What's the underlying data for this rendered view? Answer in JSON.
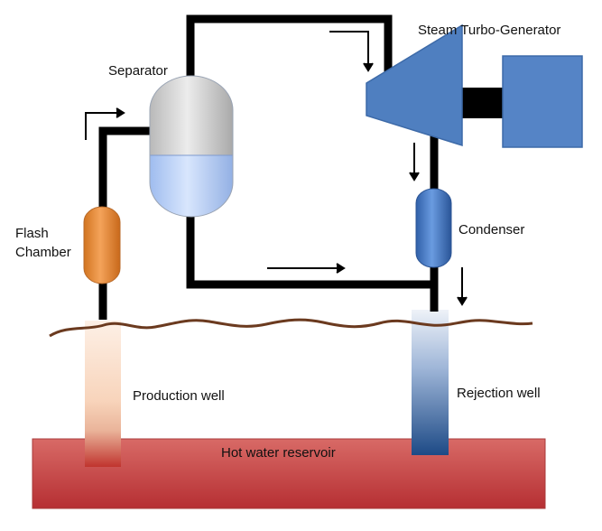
{
  "labels": {
    "steam_turbo_generator": "Steam Turbo-Generator",
    "separator": "Separator",
    "flash_chamber": "Flash\nChamber",
    "condenser": "Condenser",
    "production_well": "Production well",
    "rejection_well": "Rejection well",
    "hot_water_reservoir": "Hot water reservoir"
  },
  "colors": {
    "pipe": "#000000",
    "reservoir_top": "#d4605e",
    "reservoir_bottom": "#b83234",
    "ground_line": "#6b3a1f",
    "turbine": "#4f7fc0",
    "generator": "#4f7fc0",
    "flash_chamber": "#e58a35",
    "condenser": "#3f74c0",
    "separator_top": "#c8c8c8",
    "separator_bottom": "#b9d2f7",
    "production_well_top": "#fbe6d8",
    "production_well_bottom": "#c0342e",
    "rejection_well_top": "#e8edf6",
    "rejection_well_bottom": "#1f4f8c"
  }
}
